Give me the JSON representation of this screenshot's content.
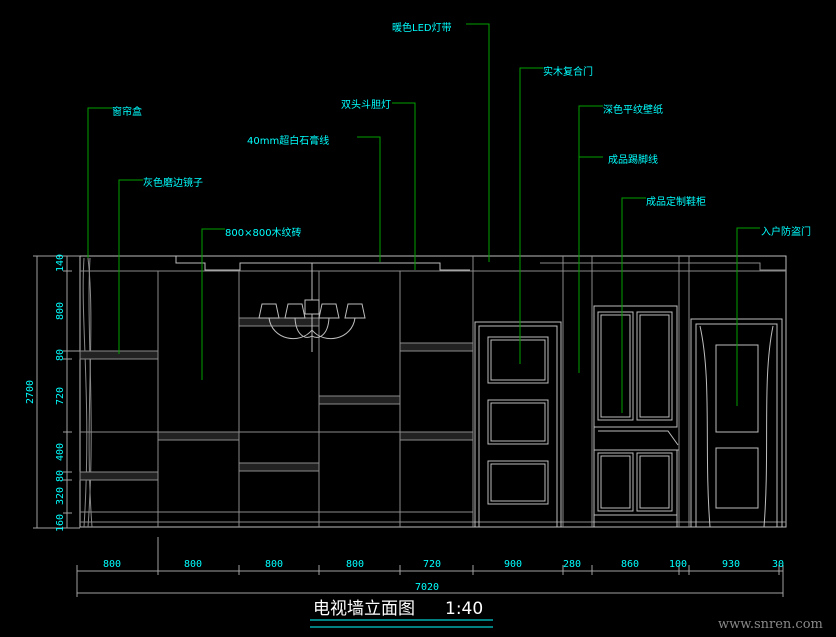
{
  "drawing": {
    "title": "电视墙立面图",
    "scale": "1:40",
    "watermark": "www.snren.com"
  },
  "annotations": {
    "led_strip": "暖色LED灯带",
    "wood_door": "实木复合门",
    "wallpaper": "深色平纹壁纸",
    "skirting": "成品踢脚线",
    "shoe_cabinet": "成品定制鞋柜",
    "entry_door": "入户防盗门",
    "curtain_box": "窗帘盒",
    "spotlight": "双头斗胆灯",
    "plaster_line": "40mm超白石膏线",
    "mirror": "灰色磨边镜子",
    "tile": "800×800木纹砖"
  },
  "dimensions": {
    "horizontal": [
      "800",
      "800",
      "800",
      "800",
      "720",
      "900",
      "280",
      "860",
      "100",
      "930",
      "30"
    ],
    "total_width": "7020",
    "vertical": [
      "140",
      "800",
      "80",
      "720",
      "400",
      "80",
      "320",
      "160"
    ],
    "total_height": "2700"
  },
  "colors": {
    "annotation_text": "#00ffff",
    "leader_line": "#00a000",
    "linework": "#bdbdbd",
    "background": "#000000"
  }
}
